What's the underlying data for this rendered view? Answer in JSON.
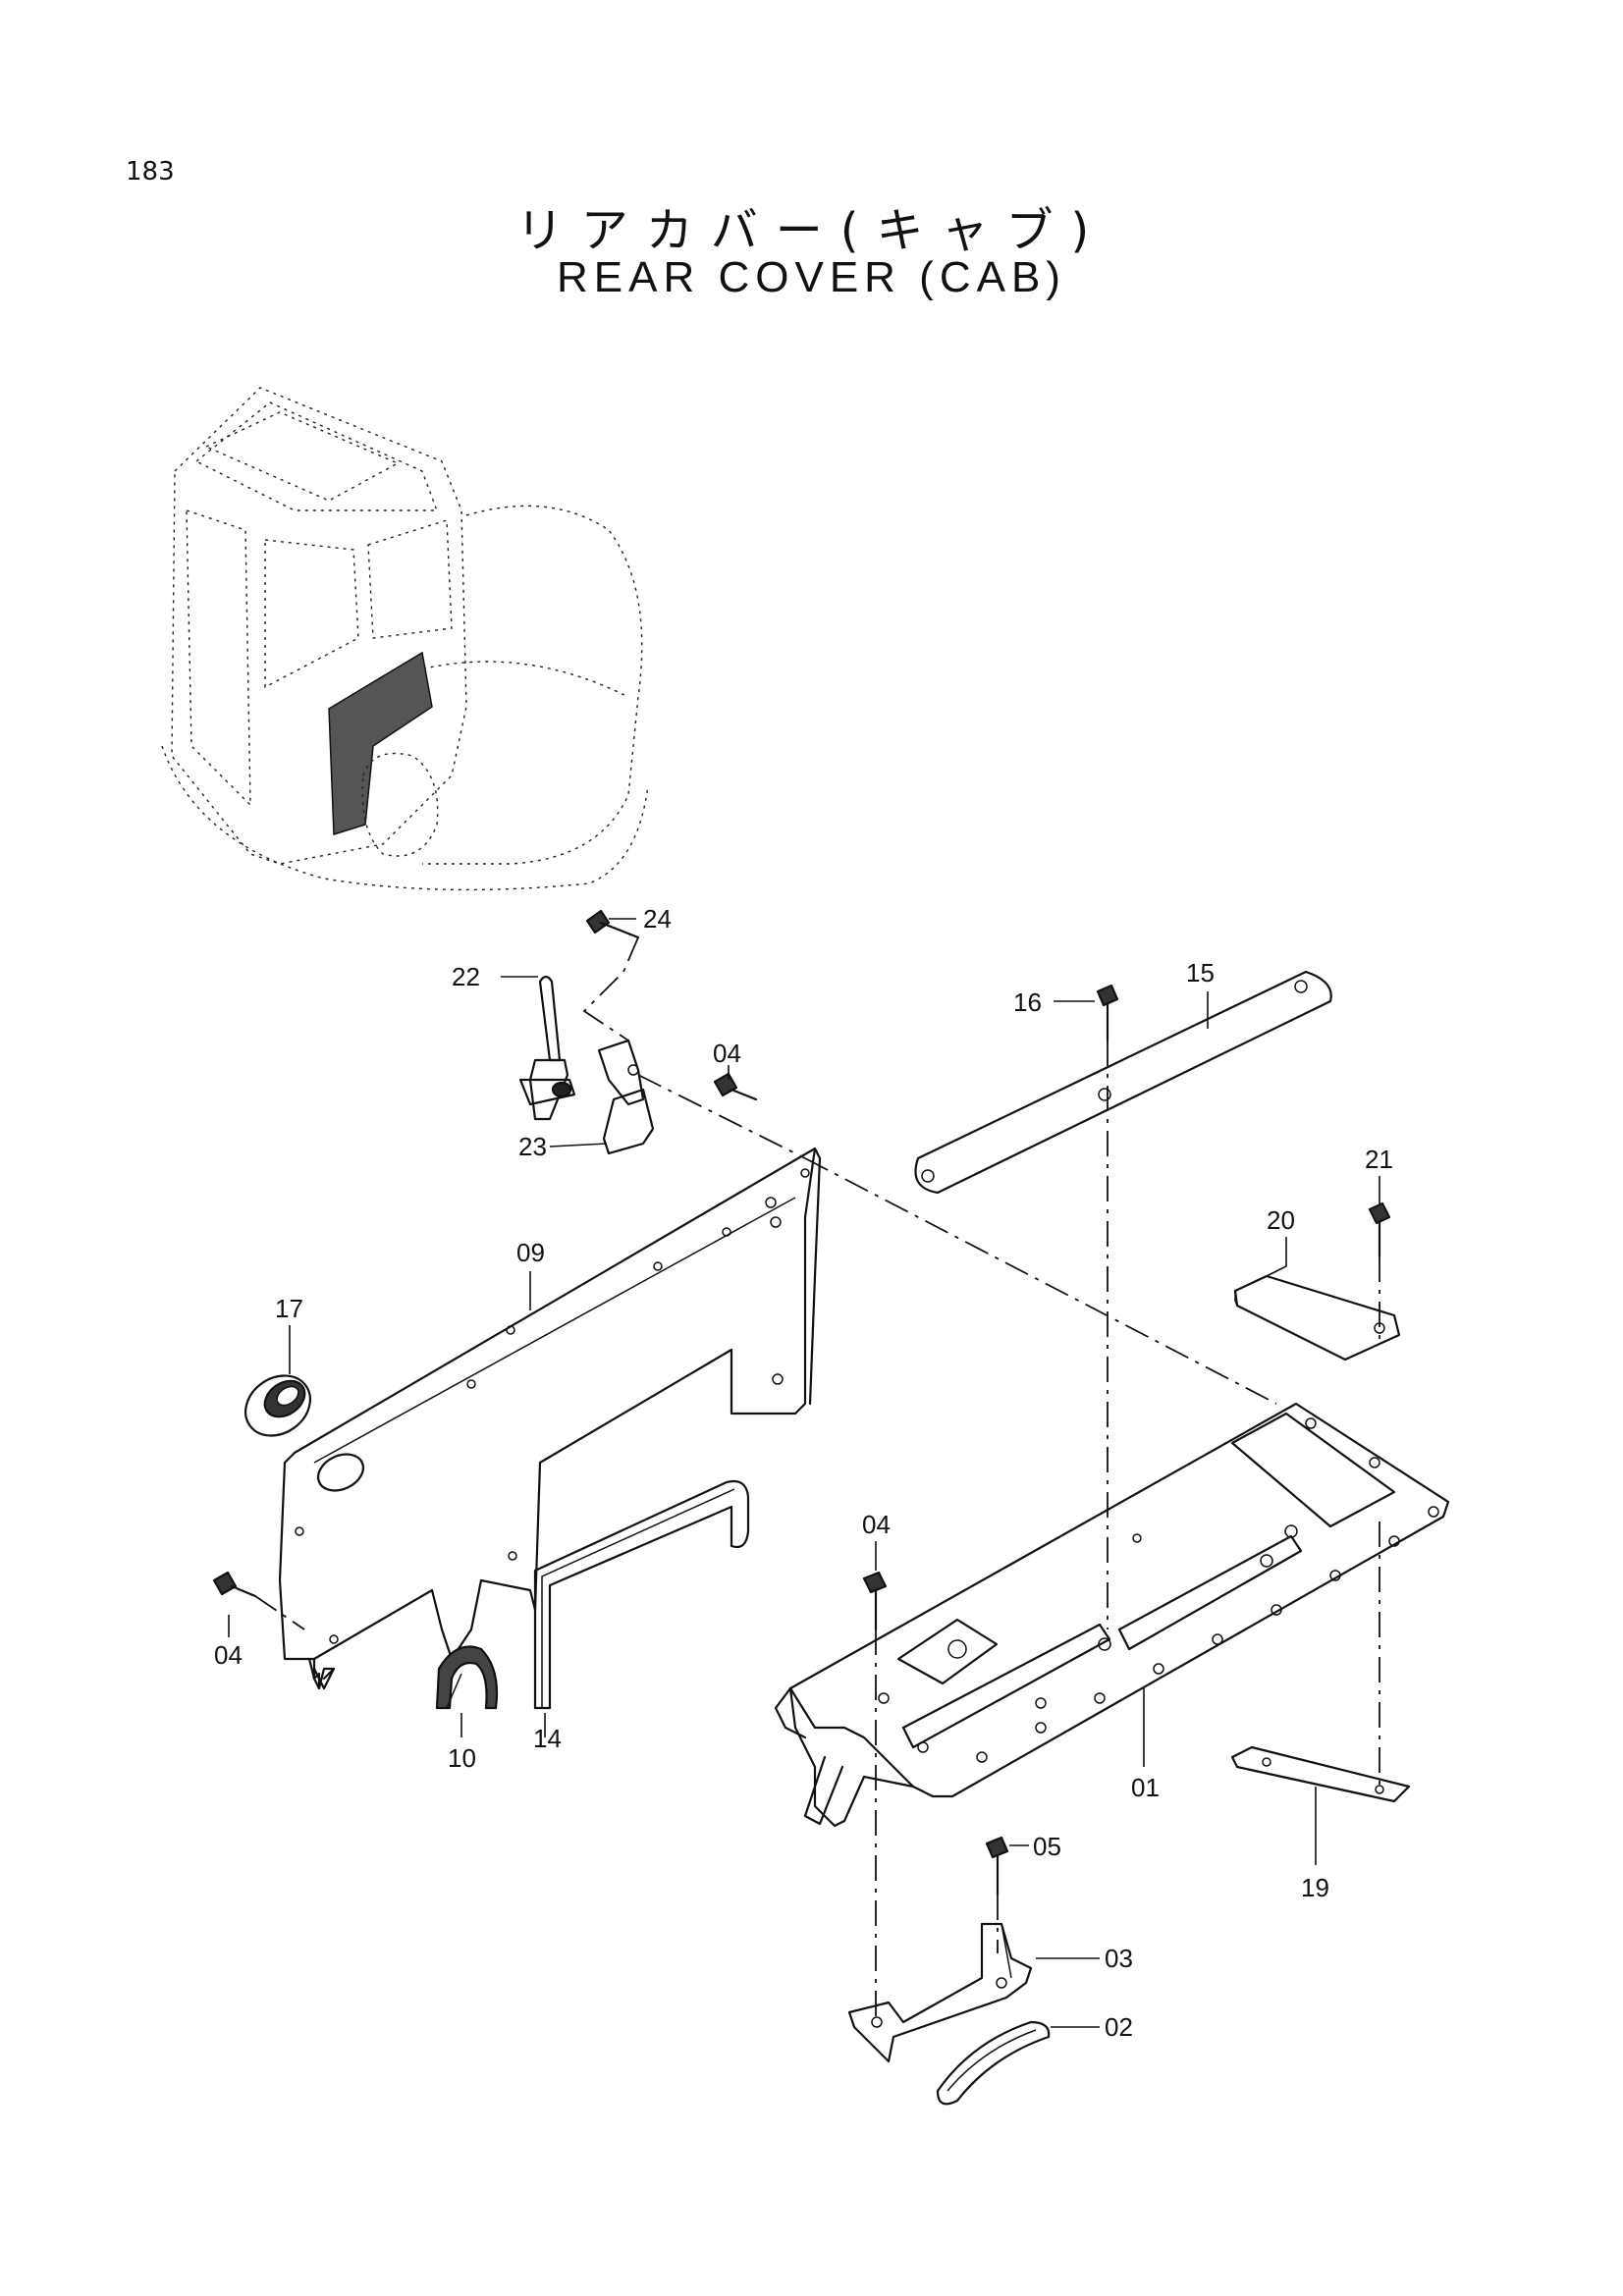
{
  "page_number": "183",
  "title_jp": "リアカバー(キャブ)",
  "title_en": "REAR COVER (CAB)",
  "callouts": {
    "c24": "24",
    "c22": "22",
    "c04_top": "04",
    "c23": "23",
    "c16": "16",
    "c15": "15",
    "c21": "21",
    "c20": "20",
    "c09": "09",
    "c17": "17",
    "c04_mid": "04",
    "c04_left": "04",
    "c10": "10",
    "c14": "14",
    "c01": "01",
    "c05": "05",
    "c03": "03",
    "c02": "02",
    "c19": "19"
  }
}
